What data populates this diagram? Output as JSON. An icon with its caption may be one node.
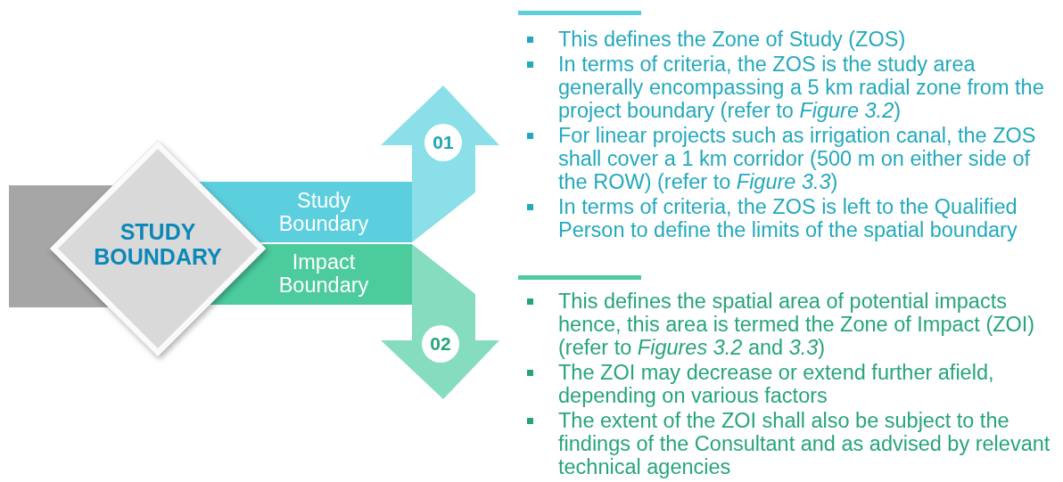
{
  "diagram": {
    "nodes": [
      {
        "text": [
          "STUDY BOUNDARY"
        ]
      },
      {
        "text": [
          "Study Boundary"
        ]
      },
      {
        "text": [
          "Impact Boundary"
        ]
      },
      {
        "text": [
          "01"
        ]
      },
      {
        "text": [
          "02"
        ]
      }
    ],
    "labels": [
      "This defines the Zone of Study (ZOS)",
      "In terms of criteria, the ZOS is the study area generally encompassing a 5 km radial zone from the project boundary (refer to *Figure 3.2*)",
      "For linear projects such as irrigation canal, the ZOS shall cover a 1 km corridor (500 m on either side of the ROW) (refer to *Figure 3.3*)",
      "In terms of criteria, the ZOS is left to the Qualified Person to define the limits of the spatial boundary",
      "This defines the spatial area of potential impacts hence, this area is termed the Zone of Impact (ZOI) (refer to *Figures 3.2* and *3.3*)",
      "The ZOI may decrease or extend further afield, depending on various factors",
      "The extent of the ZOI shall also be subject to the findings of the Consultant and as advised by relevant technical agencies"
    ]
  }
}
